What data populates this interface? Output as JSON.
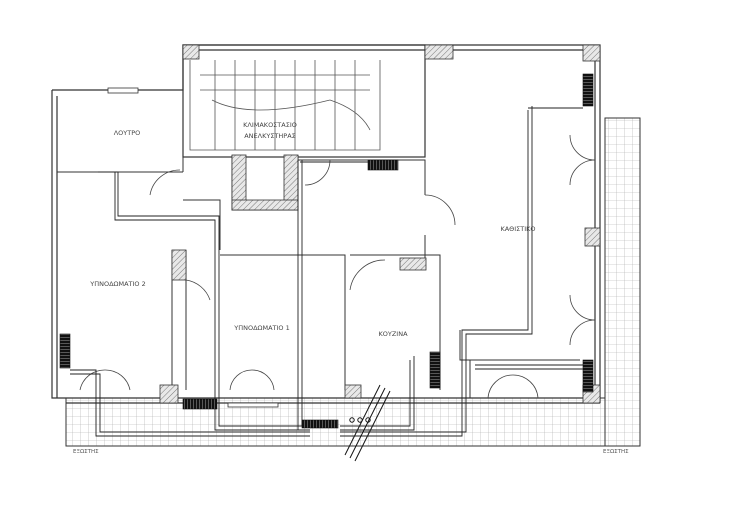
{
  "rooms": {
    "bathroom": "ΛΟΥΤΡΟ",
    "stairwell_line1": "ΚΛΙΜΑΚΟΣΤΑΣΙΟ",
    "stairwell_line2": "ΑΝΕΛΚΥΣΤΗΡΑΣ",
    "bedroom2": "ΥΠΝΟΔΩΜΑΤΙΟ 2",
    "bedroom1": "ΥΠΝΟΔΩΜΑΤΙΟ 1",
    "kitchen": "ΚΟΥΖΙΝΑ",
    "living": "ΚΑΘΙΣΤΙΚΟ"
  },
  "outdoor_labels": {
    "left": "ΕΞΩΣΤΗΣ",
    "right": "ΕΞΩΣΤΗΣ"
  },
  "colors": {
    "wall": "#333333",
    "pipe": "#222222",
    "unit": "#111111",
    "tile": "#9a9a9a",
    "hatch": "#666666"
  }
}
